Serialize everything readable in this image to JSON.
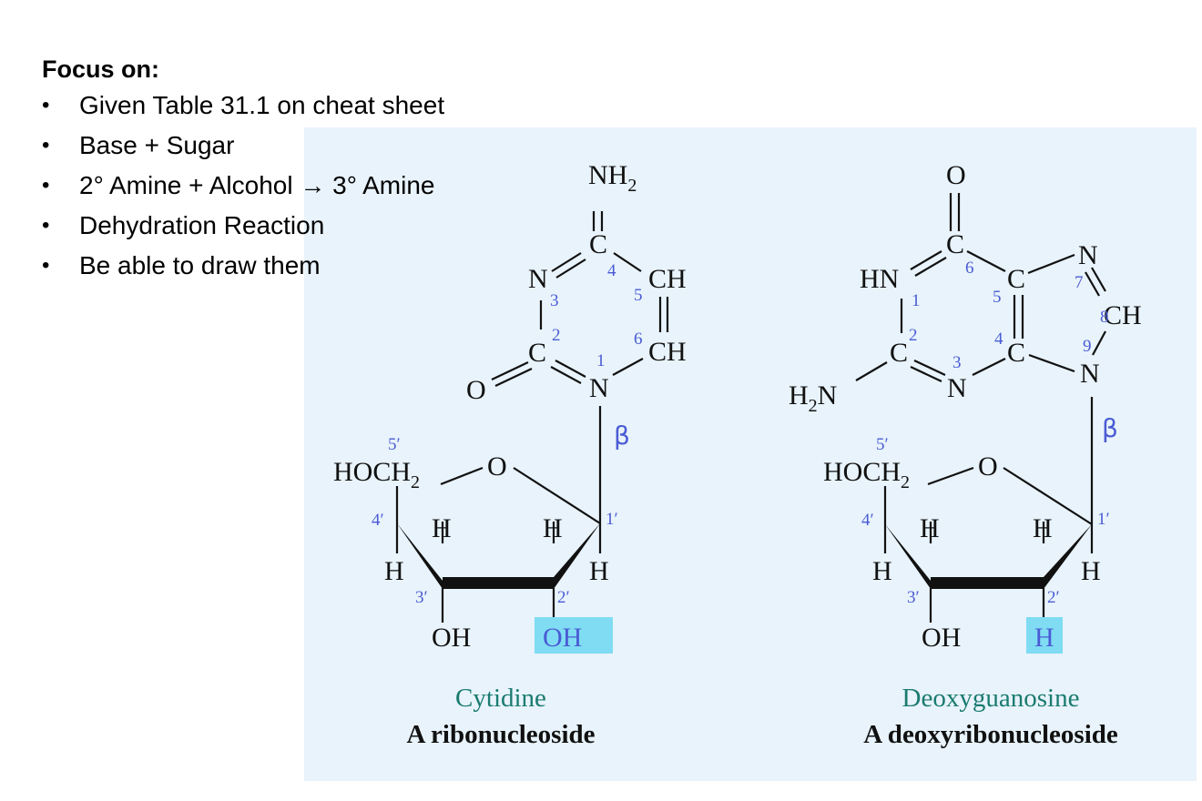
{
  "focus": {
    "heading": "Focus on:",
    "bullet": "•",
    "items": [
      "Given Table 31.1 on cheat sheet",
      "Base + Sugar",
      "2° Amine + Alcohol → 3° Amine",
      "Dehydration Reaction",
      "Be able to draw them"
    ]
  },
  "cytidine": {
    "nh2": "NH",
    "nh2_sub": "2",
    "c4": "C",
    "n3": "N",
    "ch5": "CH",
    "ch6": "CH",
    "c2": "C",
    "o2": "O",
    "n1": "N",
    "nums": {
      "n1": "1",
      "n2": "2",
      "n3": "3",
      "n4": "4",
      "n5": "5",
      "n6": "6"
    },
    "beta": "β",
    "sugar": {
      "hoch": "HOCH",
      "hoch_sub": "2",
      "o": "O",
      "p5": "5′",
      "p4": "4′",
      "p3": "3′",
      "p2": "2′",
      "p1": "1′",
      "h_4_up": "H",
      "h_4_down": "H",
      "h_1_up": "H",
      "h_1_down": "H",
      "oh3": "OH",
      "oh2": "OH"
    },
    "name": "Cytidine",
    "type": "A ribonucleoside"
  },
  "deoxyguanosine": {
    "o6": "O",
    "c6": "C",
    "hn1": "HN",
    "c5": "C",
    "n7": "N",
    "ch8": "CH",
    "c2": "C",
    "c4": "C",
    "n9": "N",
    "n3": "N",
    "h2n": "H",
    "h2n_sub": "2",
    "h2n_n": "N",
    "nums": {
      "n1": "1",
      "n2": "2",
      "n3": "3",
      "n4": "4",
      "n5": "5",
      "n6": "6",
      "n7": "7",
      "n8": "8",
      "n9": "9"
    },
    "beta": "β",
    "sugar": {
      "hoch": "HOCH",
      "hoch_sub": "2",
      "o": "O",
      "p5": "5′",
      "p4": "4′",
      "p3": "3′",
      "p2": "2′",
      "p1": "1′",
      "h_4_up": "H",
      "h_4_down": "H",
      "h_1_up": "H",
      "h_1_down": "H",
      "oh3": "OH",
      "h2": "H"
    },
    "name": "Deoxyguanosine",
    "type": "A deoxyribonucleoside"
  },
  "colors": {
    "panel": "#e8f3fb",
    "highlight": "#7fdcf3",
    "numbering": "#4a5bd4",
    "caption_name": "#1a7b70"
  }
}
